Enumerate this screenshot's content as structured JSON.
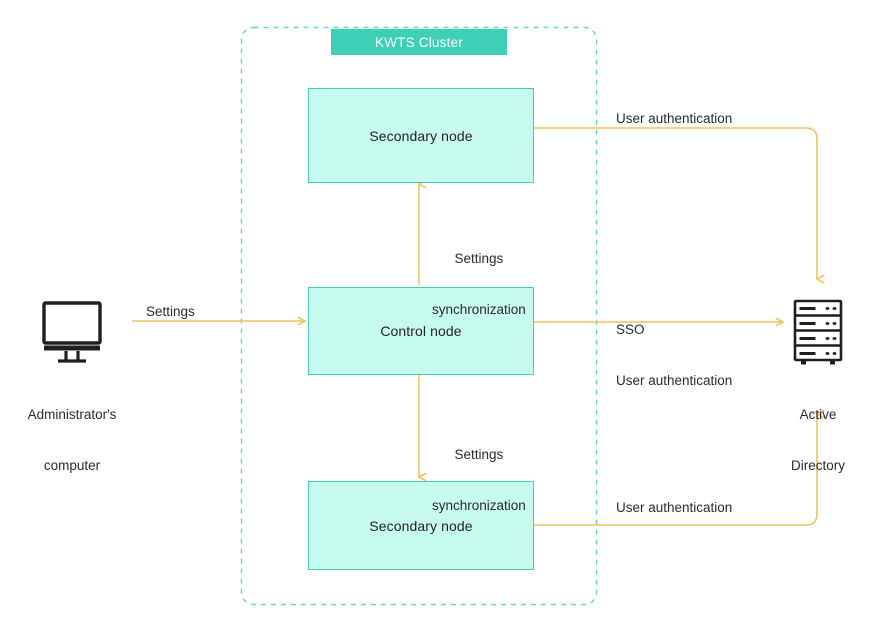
{
  "diagram": {
    "title": "KWTS Cluster deployment with Active Directory",
    "cluster": {
      "label": "KWTS Cluster",
      "chip_color": "#3fcfb4",
      "border_color": "#5fd9c6",
      "border_style": "dashed"
    },
    "nodes": [
      {
        "id": "secondary-top",
        "label": "Secondary node",
        "fill": "#c7fbf0",
        "stroke": "#45cdb6"
      },
      {
        "id": "control",
        "label": "Control node",
        "fill": "#c7fbf0",
        "stroke": "#45cdb6"
      },
      {
        "id": "secondary-bottom",
        "label": "Secondary node",
        "fill": "#c7fbf0",
        "stroke": "#45cdb6"
      }
    ],
    "endpoints": [
      {
        "id": "admin-computer",
        "icon": "desktop-monitor-icon",
        "caption": "Administrator's\ncomputer"
      },
      {
        "id": "active-directory",
        "icon": "server-rack-icon",
        "caption": "Active\nDirectory"
      }
    ],
    "connections": [
      {
        "id": "settings",
        "label": "Settings",
        "from": "admin-computer",
        "to": "control"
      },
      {
        "id": "sync-up",
        "label": "Settings\nsynchronization",
        "from": "control",
        "to": "secondary-top"
      },
      {
        "id": "sync-down",
        "label": "Settings\nsynchronization",
        "from": "control",
        "to": "secondary-bottom"
      },
      {
        "id": "auth-top",
        "label": "User authentication",
        "from": "secondary-top",
        "to": "active-directory"
      },
      {
        "id": "sso-auth-control",
        "label": "SSO\nUser authentication",
        "from": "control",
        "to": "active-directory"
      },
      {
        "id": "auth-bottom",
        "label": "User authentication",
        "from": "secondary-bottom",
        "to": "active-directory"
      }
    ],
    "labels": {
      "settings": "Settings",
      "sync_line1": "Settings",
      "sync_line2": "synchronization",
      "user_auth": "User authentication",
      "sso": "SSO",
      "admin_line1": "Administrator's",
      "admin_line2": "computer",
      "ad_line1": "Active",
      "ad_line2": "Directory"
    },
    "colors": {
      "arrow": "#efc461",
      "node_fill": "#c7fbf0",
      "node_stroke": "#45cdb6",
      "chip": "#3fcfb4",
      "dash": "#5fd9c6",
      "icon": "#1f1f1f",
      "text": "#2a2a2a"
    }
  }
}
